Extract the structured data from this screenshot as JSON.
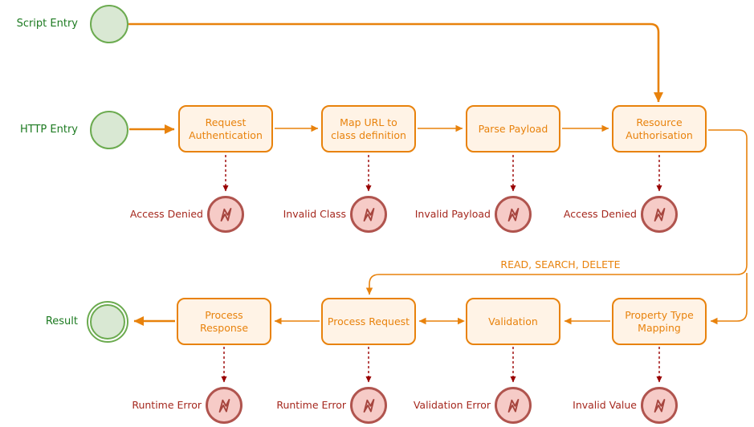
{
  "diagram": {
    "labels": {
      "script_entry": "Script Entry",
      "http_entry": "HTTP Entry",
      "result": "Result",
      "read_search_delete": "READ, SEARCH, DELETE"
    },
    "top_tasks": [
      {
        "label": "Request Authentication",
        "error": "Access Denied"
      },
      {
        "label": "Map URL to class definition",
        "error": "Invalid Class"
      },
      {
        "label": "Parse Payload",
        "error": "Invalid Payload"
      },
      {
        "label": "Resource Authorisation",
        "error": "Access Denied"
      }
    ],
    "bottom_tasks": [
      {
        "label": "Process Response",
        "error": "Runtime Error"
      },
      {
        "label": "Process Request",
        "error": "Runtime Error"
      },
      {
        "label": "Validation",
        "error": "Validation Error"
      },
      {
        "label": "Property Type Mapping",
        "error": "Invalid Value"
      }
    ],
    "colors": {
      "orange": "#E8820C",
      "task_fill": "#FFF3E6",
      "green_stroke": "#6CAB50",
      "green_fill": "#D9E8D3",
      "green_text": "#1C7A20",
      "error_stroke": "#B0544E",
      "error_fill": "#F6CBC7",
      "error_text": "#A5281E",
      "dashed_red": "#990000"
    }
  }
}
